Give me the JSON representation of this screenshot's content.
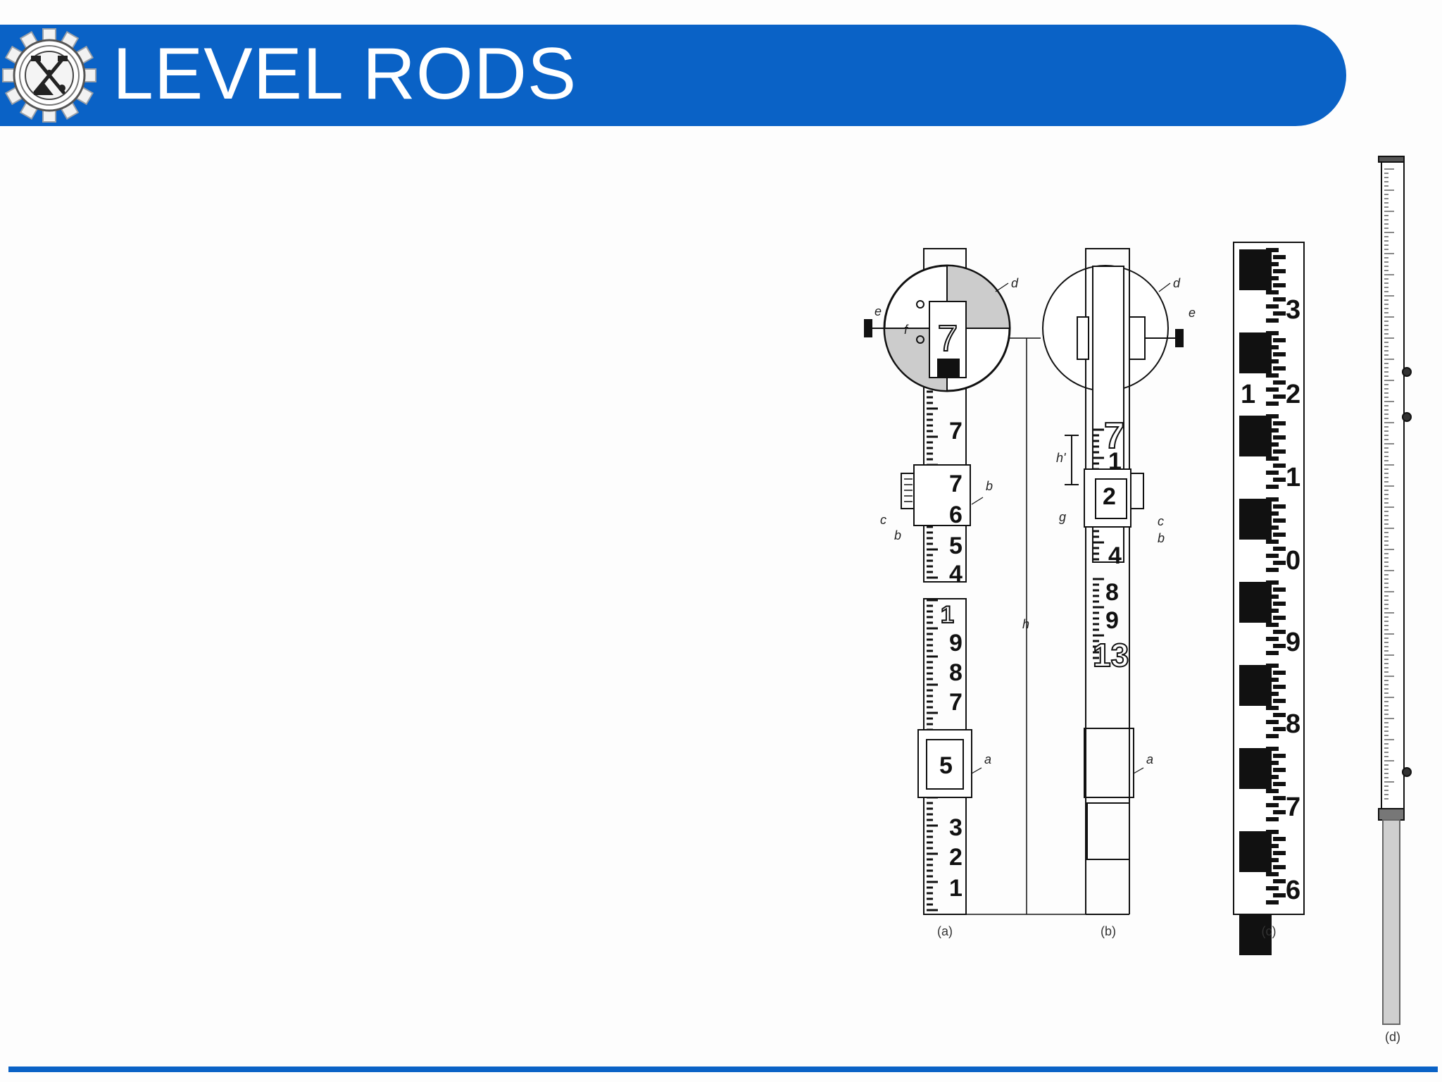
{
  "slide": {
    "title": "LEVEL RODS"
  },
  "figure": {
    "captions": [
      "(a)",
      "(b)",
      "(c)",
      "(d)"
    ],
    "labels": {
      "a": "a",
      "b": "b",
      "c": "c",
      "d": "d",
      "e": "e",
      "f": "f",
      "g": "g",
      "h": "h",
      "h_prime": "h'"
    },
    "rod_a_upper_numbers": [
      "7",
      "7",
      "6",
      "5",
      "4"
    ],
    "rod_a_lower_numbers": [
      "1",
      "9",
      "8",
      "7",
      "5",
      "3",
      "2",
      "1"
    ],
    "rod_a_target_number": "7",
    "rod_b_numbers": [
      "7",
      "1",
      "2",
      "4",
      "8",
      "9",
      "13"
    ],
    "rod_c_numbers": [
      "3",
      "1",
      "2",
      "1",
      "0",
      "9",
      "8",
      "7",
      "6"
    ]
  },
  "colors": {
    "brand": "#0a62c6",
    "ink": "#111111",
    "target_fill": "#cccccc"
  }
}
